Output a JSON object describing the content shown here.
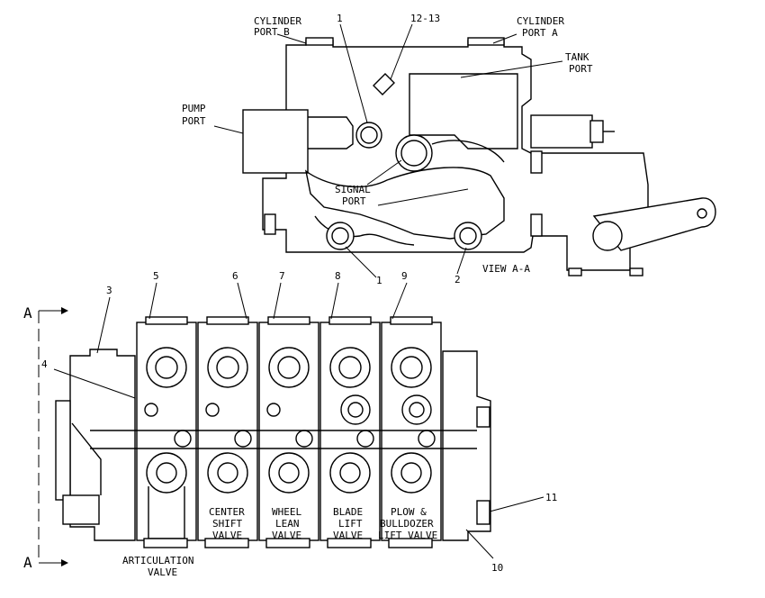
{
  "view_aa": {
    "title": "VIEW A-A",
    "labels": {
      "cyl_b_1": "CYLINDER",
      "cyl_b_2": "PORT B",
      "cyl_a_1": "CYLINDER",
      "cyl_a_2": "PORT A",
      "tank_1": "TANK",
      "tank_2": "PORT",
      "pump_1": "PUMP",
      "pump_2": "PORT",
      "signal_1": "SIGNAL",
      "signal_2": "PORT"
    },
    "callouts": {
      "c1_top": "1",
      "c12_13": "12-13",
      "c1_bottom": "1",
      "c2": "2"
    }
  },
  "side_view": {
    "section_marker": "A",
    "callouts": {
      "c3": "3",
      "c4": "4",
      "c5": "5",
      "c6": "6",
      "c7": "7",
      "c8": "8",
      "c9": "9",
      "c10": "10",
      "c11": "11"
    },
    "valves": {
      "articulation_1": "ARTICULATION",
      "articulation_2": "VALVE",
      "center_1": "CENTER",
      "center_2": "SHIFT",
      "center_3": "VALVE",
      "wheel_1": "WHEEL",
      "wheel_2": "LEAN",
      "wheel_3": "VALVE",
      "blade_1": "BLADE",
      "blade_2": "LIFT",
      "blade_3": "VALVE",
      "plow_1": "PLOW &",
      "plow_2": "BULLDOZER",
      "plow_3": "LIFT VALVE"
    }
  }
}
